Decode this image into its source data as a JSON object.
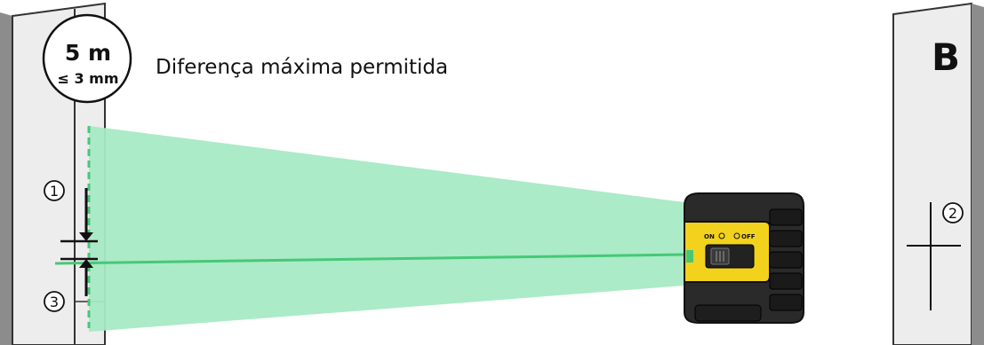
{
  "wall_a": {
    "distance_value": "5 m",
    "tolerance_value": "≤ 3 mm",
    "markers": [
      "1",
      "3"
    ]
  },
  "caption": "Diferença máxima permitida",
  "wall_b": {
    "label": "B",
    "marker": "2"
  },
  "device": {
    "switch_on_label": "ON",
    "switch_off_label": "OFF"
  },
  "colors": {
    "laser_beam": "#a6eac4",
    "laser_line": "#46c878",
    "wall_fill": "#ededed",
    "wall_shadow": "#8c8c8c",
    "device_body": "#202020",
    "device_accent": "#f2d21c"
  },
  "icons": {
    "wall_b_mark": "cross-mark-icon",
    "power_switch": "power-icon"
  }
}
